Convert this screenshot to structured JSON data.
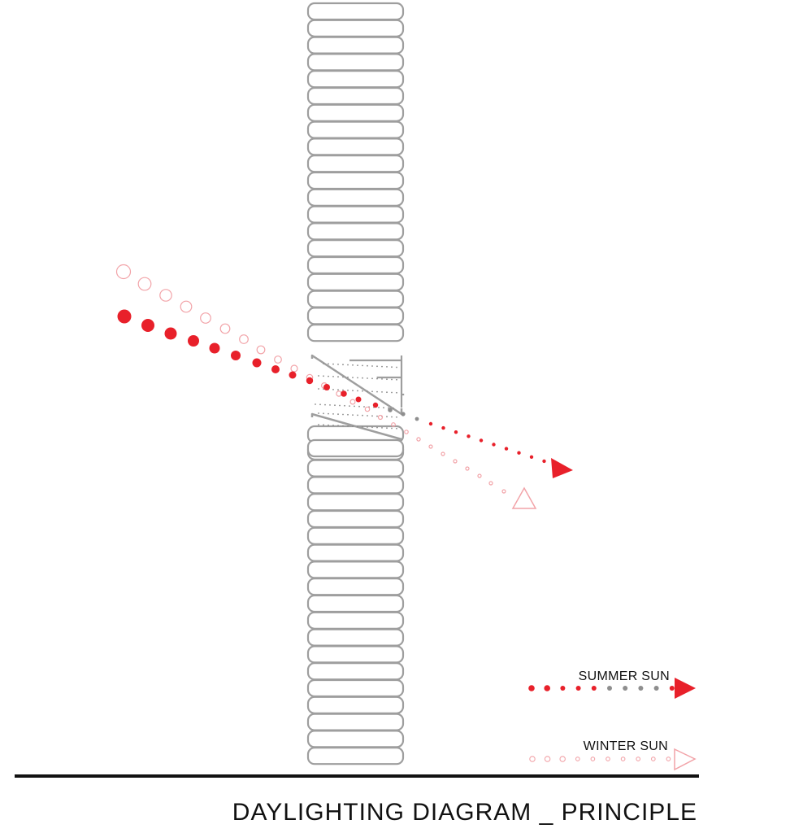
{
  "title": "DAYLIGHTING DIAGRAM _ PRINCIPLE",
  "legend": {
    "summer_label": "SUMMER SUN",
    "winter_label": "WINTER SUN"
  },
  "colors": {
    "summer": "#e8202a",
    "winter": "#f2a3a8",
    "wall": "#9e9e9e",
    "interior_dots": "#8a8a8a",
    "ground": "#111111"
  },
  "icons": {
    "summer_arrow": "filled-triangle-arrow-icon",
    "winter_arrow": "outline-triangle-arrow-icon"
  }
}
